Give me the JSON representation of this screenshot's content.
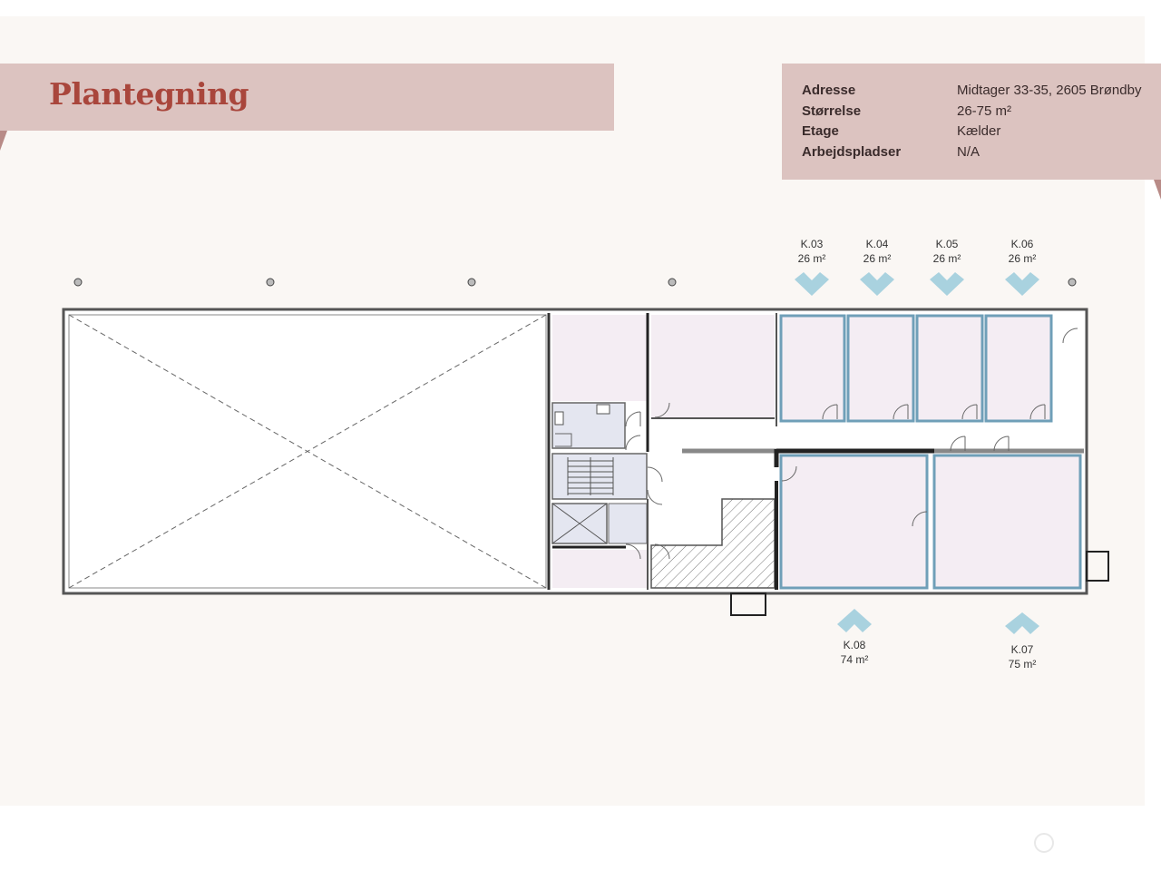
{
  "header": {
    "title": "Plantegning"
  },
  "info": [
    {
      "label": "Adresse",
      "value": "Midtager 33-35, 2605 Brøndby"
    },
    {
      "label": "Størrelse",
      "value": "26-75 m²"
    },
    {
      "label": "Etage",
      "value": "Kælder"
    },
    {
      "label": "Arbejdspladser",
      "value": "N/A"
    }
  ],
  "units": [
    {
      "id": "K.03",
      "area": "26 m²"
    },
    {
      "id": "K.04",
      "area": "26 m²"
    },
    {
      "id": "K.05",
      "area": "26 m²"
    },
    {
      "id": "K.06",
      "area": "26 m²"
    },
    {
      "id": "K.08",
      "area": "74 m²"
    },
    {
      "id": "K.07",
      "area": "75 m²"
    }
  ],
  "colors": {
    "unit_outline": "#6f9fb8",
    "marker": "#a9d2df",
    "room_fill": "#f4edf3",
    "stair_fill": "#e4e6f0",
    "title": "#a9463c",
    "band": "#dcc3c0"
  }
}
